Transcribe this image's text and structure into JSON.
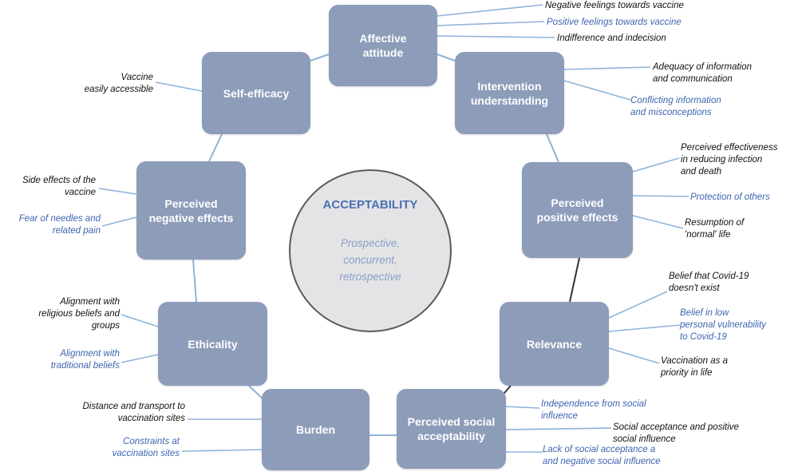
{
  "center": {
    "title": "ACCEPTABILITY",
    "subtitle": "Prospective,\nconcurrent,\nretrospective"
  },
  "constructs": {
    "affective_attitude": "Affective\nattitude",
    "intervention_understanding": "Intervention\nunderstanding",
    "perceived_positive_effects": "Perceived\npositive effects",
    "relevance": "Relevance",
    "perceived_social_acceptability": "Perceived social\nacceptability",
    "burden": "Burden",
    "ethicality": "Ethicality",
    "perceived_negative_effects": "Perceived\nnegative effects",
    "self_efficacy": "Self-efficacy"
  },
  "subthemes": {
    "affective_attitude": [
      {
        "text": "Negative feelings towards vaccine",
        "color": "#111111"
      },
      {
        "text": "Positive  feelings towards vaccine",
        "color": "#3e64b0"
      },
      {
        "text": "Indifference and indecision",
        "color": "#111111"
      }
    ],
    "intervention_understanding": [
      {
        "text": "Adequacy of information\nand communication",
        "color": "#111111"
      },
      {
        "text": "Conflicting information\nand misconceptions",
        "color": "#3e64b0"
      }
    ],
    "perceived_positive_effects": [
      {
        "text": "Perceived effectiveness\nin reducing infection\nand death",
        "color": "#111111"
      },
      {
        "text": "Protection of others",
        "color": "#3e64b0"
      },
      {
        "text": "Resumption of\n'normal' life",
        "color": "#111111"
      }
    ],
    "relevance": [
      {
        "text": "Belief  that Covid-19\ndoesn't exist",
        "color": "#111111"
      },
      {
        "text": "Belief  in low\npersonal vulnerability\nto Covid-19",
        "color": "#3e64b0"
      },
      {
        "text": "Vaccination as a\npriority in life",
        "color": "#111111"
      }
    ],
    "perceived_social_acceptability": [
      {
        "text": "Independence from social\ninfluence",
        "color": "#3e64b0"
      },
      {
        "text": "Social acceptance and positive\nsocial influence",
        "color": "#111111"
      },
      {
        "text": "Lack of social acceptance a\nand negative social influence",
        "color": "#3e64b0"
      }
    ],
    "burden": [
      {
        "text": "Distance and transport to\nvaccination sites",
        "color": "#111111"
      },
      {
        "text": "Constraints at\nvaccination sites",
        "color": "#3e64b0"
      }
    ],
    "ethicality": [
      {
        "text": "Alignment with\nreligious beliefs and\ngroups",
        "color": "#111111"
      },
      {
        "text": "Alignment with\ntraditional beliefs",
        "color": "#3e64b0"
      }
    ],
    "perceived_negative_effects": [
      {
        "text": "Side effects of the\nvaccine",
        "color": "#111111"
      },
      {
        "text": "Fear of needles and\nrelated pain",
        "color": "#3e64b0"
      }
    ],
    "self_efficacy": [
      {
        "text": "Vaccine\neasily accessible",
        "color": "#111111"
      }
    ]
  },
  "colors": {
    "box_fill": "#8d9cb9",
    "ring_line": "#8fb3d9",
    "ring_line_dark": "#333333",
    "label_dark": "#111111",
    "label_blue": "#3e64b0",
    "center_title": "#4a6fb5",
    "center_subtitle": "#8aa0c8"
  }
}
